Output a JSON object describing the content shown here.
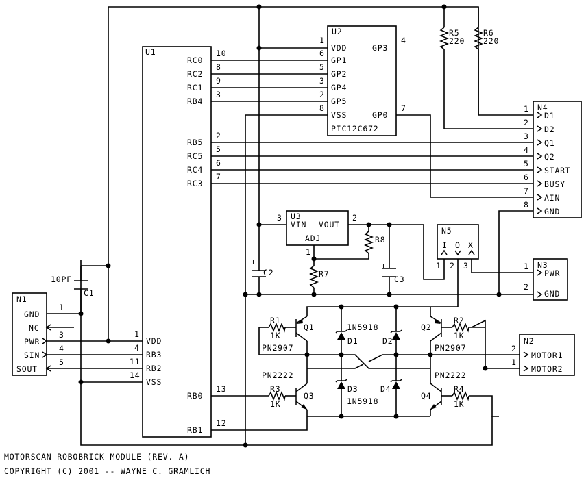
{
  "u1": {
    "ref": "U1",
    "pins_left": [
      {
        "num": "10",
        "name": "RC0"
      },
      {
        "num": "8",
        "name": "RC2"
      },
      {
        "num": "9",
        "name": "RC1"
      },
      {
        "num": "3",
        "name": "RB4"
      },
      {
        "num": "2",
        "name": "RB5"
      },
      {
        "num": "5",
        "name": "RC5"
      },
      {
        "num": "6",
        "name": "RC4"
      },
      {
        "num": "7",
        "name": "RC3"
      },
      {
        "num": "13",
        "name": "RB0"
      },
      {
        "num": "12",
        "name": "RB1"
      }
    ],
    "pins_right": [
      {
        "num": "1",
        "name": "VDD"
      },
      {
        "num": "4",
        "name": "RB3"
      },
      {
        "num": "11",
        "name": "RB2"
      },
      {
        "num": "14",
        "name": "VSS"
      }
    ]
  },
  "u2": {
    "ref": "U2",
    "part": "PIC12C672",
    "pins_left": [
      {
        "num": "1",
        "name": "VDD"
      },
      {
        "num": "6",
        "name": "GP1"
      },
      {
        "num": "5",
        "name": "GP2"
      },
      {
        "num": "3",
        "name": "GP4"
      },
      {
        "num": "2",
        "name": "GP5"
      },
      {
        "num": "8",
        "name": "VSS"
      }
    ],
    "pins_right": [
      {
        "num": "4",
        "name": "GP3"
      },
      {
        "num": "7",
        "name": "GP0"
      }
    ]
  },
  "u3": {
    "ref": "U3",
    "vin": "VIN",
    "vout": "VOUT",
    "adj": "ADJ",
    "pin_vin": "3",
    "pin_vout": "2",
    "pin_adj": "1"
  },
  "n1": {
    "ref": "N1",
    "pins": [
      {
        "num": "1",
        "name": "GND"
      },
      {
        "num": "",
        "name": "NC"
      },
      {
        "num": "3",
        "name": "PWR"
      },
      {
        "num": "4",
        "name": "SIN"
      },
      {
        "num": "5",
        "name": "SOUT"
      }
    ]
  },
  "n2": {
    "ref": "N2",
    "pins": [
      {
        "num": "2",
        "name": "MOTOR1"
      },
      {
        "num": "1",
        "name": "MOTOR2"
      }
    ]
  },
  "n3": {
    "ref": "N3",
    "pins": [
      {
        "num": "1",
        "name": "PWR"
      },
      {
        "num": "2",
        "name": "GND"
      }
    ]
  },
  "n4": {
    "ref": "N4",
    "pins": [
      {
        "num": "1",
        "name": "D1"
      },
      {
        "num": "2",
        "name": "D2"
      },
      {
        "num": "3",
        "name": "Q1"
      },
      {
        "num": "4",
        "name": "Q2"
      },
      {
        "num": "5",
        "name": "START"
      },
      {
        "num": "6",
        "name": "BUSY"
      },
      {
        "num": "7",
        "name": "AIN"
      },
      {
        "num": "8",
        "name": "GND"
      }
    ]
  },
  "n5": {
    "ref": "N5",
    "labels": [
      "I",
      "O",
      "X"
    ],
    "pins": [
      "1",
      "2",
      "3"
    ]
  },
  "r5": {
    "ref": "R5",
    "value": "220"
  },
  "r6": {
    "ref": "R6",
    "value": "220"
  },
  "r7": {
    "ref": "R7"
  },
  "r8": {
    "ref": "R8"
  },
  "r1": {
    "ref": "R1",
    "value": "1K"
  },
  "r2": {
    "ref": "R2",
    "value": "1K"
  },
  "r3": {
    "ref": "R3",
    "value": "1K"
  },
  "r4": {
    "ref": "R4",
    "value": "1K"
  },
  "c1": {
    "ref": "C1",
    "value": "10PF"
  },
  "c2": {
    "ref": "C2",
    "plus": "+"
  },
  "c3": {
    "ref": "C3",
    "plus": "+"
  },
  "q1": {
    "ref": "Q1",
    "part": "PN2907"
  },
  "q2": {
    "ref": "Q2",
    "part": "PN2907"
  },
  "q3": {
    "ref": "Q3",
    "part": "PN2222"
  },
  "q4": {
    "ref": "Q4",
    "part": "PN2222"
  },
  "d1": {
    "ref": "D1",
    "part": "1N5918"
  },
  "d2": {
    "ref": "D2"
  },
  "d3": {
    "ref": "D3",
    "part": "1N5918"
  },
  "d4": {
    "ref": "D4"
  },
  "footer": {
    "title": "MOTORSCAN ROBOBRICK MODULE (REV. A)",
    "copyright": "COPYRIGHT (C) 2001 -- WAYNE C. GRAMLICH"
  }
}
